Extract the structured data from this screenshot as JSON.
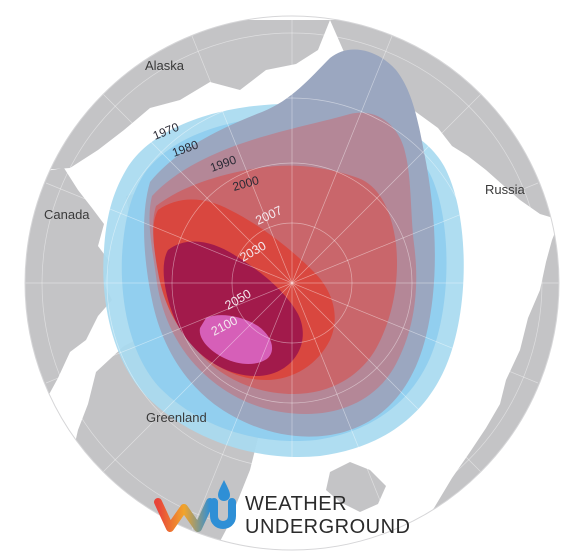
{
  "regions": {
    "alaska": "Alaska",
    "canada": "Canada",
    "russia": "Russia",
    "greenland": "Greenland"
  },
  "ice_extent_years": {
    "y1970": "1970",
    "y1980": "1980",
    "y1990": "1990",
    "y2000": "2000",
    "y2007": "2007",
    "y2030": "2030",
    "y2050": "2050",
    "y2100": "2100"
  },
  "brand": {
    "line1": "WEATHER",
    "line2": "UNDERGROUND",
    "mark": "wu-logo"
  },
  "colors": {
    "land": "#c4c4c6",
    "ocean": "#ffffff",
    "extent_1970": "#a8daf0",
    "extent_1980": "#8fcdee",
    "extent_1990": "#9ba7c0",
    "extent_2000": "#b48797",
    "extent_2007": "#c9666b",
    "extent_2030": "#d9473f",
    "extent_2050": "#a21a4b",
    "extent_2100": "#d65fb8"
  }
}
